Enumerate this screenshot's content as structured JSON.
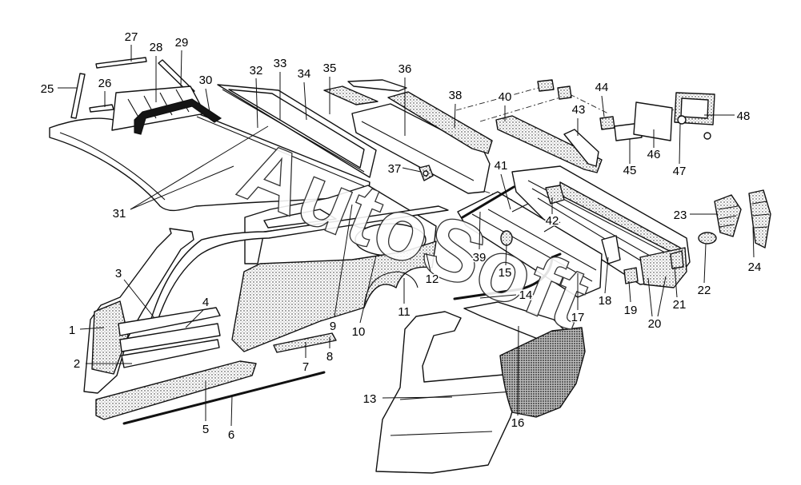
{
  "diagram": {
    "watermark": "AutoSoft",
    "callouts": [
      "1",
      "2",
      "3",
      "4",
      "5",
      "6",
      "7",
      "8",
      "9",
      "10",
      "11",
      "12",
      "13",
      "14",
      "15",
      "16",
      "17",
      "18",
      "19",
      "20",
      "21",
      "22",
      "23",
      "24",
      "25",
      "26",
      "27",
      "28",
      "29",
      "30",
      "31",
      "32",
      "33",
      "34",
      "35",
      "36",
      "37",
      "38",
      "39",
      "40",
      "41",
      "42",
      "43",
      "44",
      "45",
      "46",
      "47",
      "48"
    ]
  },
  "colors": {
    "line": "#111111",
    "background": "#ffffff"
  }
}
